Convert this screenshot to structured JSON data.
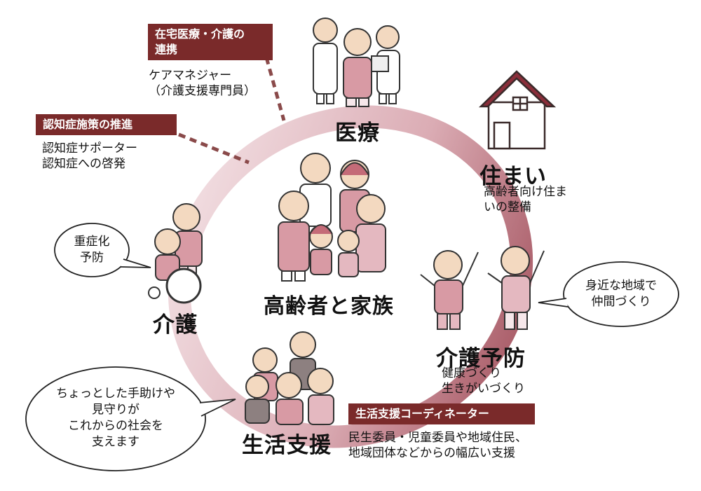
{
  "center": {
    "label": "高齢者と家族"
  },
  "nodes": {
    "iryo": {
      "label": "医療"
    },
    "sumai": {
      "label": "住まい",
      "detail": [
        "高齢者向け住ま",
        "いの整備"
      ]
    },
    "yobou": {
      "label": "介護予防",
      "detail": [
        "健康づくり",
        "生きがいづくり"
      ]
    },
    "seikatsu": {
      "label": "生活支援"
    },
    "kaigo": {
      "label": "介護"
    }
  },
  "tags": {
    "zaitaku": {
      "title": [
        "在宅医療・介護の",
        "連携"
      ],
      "detail": [
        "ケアマネジャー",
        "（介護支援専門員）"
      ]
    },
    "ninchi": {
      "title": [
        "認知症施策の推進"
      ],
      "detail": [
        "認知症サポーター",
        "認知症への啓発"
      ]
    },
    "coordinator": {
      "title": [
        "生活支援コーディネーター"
      ],
      "detail": [
        "民生委員・児童委員や地域住民、",
        "地域団体などからの幅広い支援"
      ]
    }
  },
  "bubbles": {
    "jushoka": [
      "重症化",
      "予防"
    ],
    "chiiki": [
      "身近な地域で",
      "仲間づくり"
    ],
    "tedasuke": [
      "ちょっとした手助けや",
      "見守りが",
      "これからの社会を",
      "支えます"
    ]
  },
  "colors": {
    "accent": "#7a2a2a",
    "ring": "#c98c96",
    "figure": "#d89aa4",
    "skin": "#f3d9c0"
  }
}
